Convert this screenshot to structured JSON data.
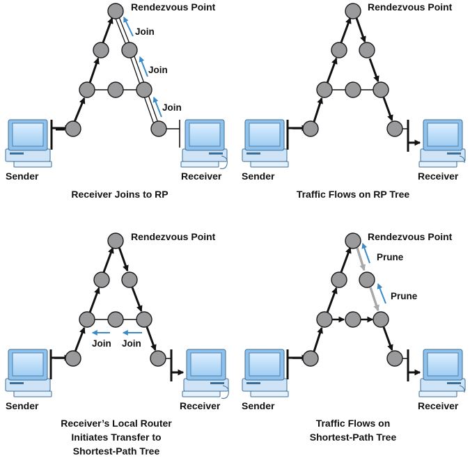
{
  "panels": [
    {
      "rp_label": "Rendezvous Point",
      "sender_label": "Sender",
      "receiver_label": "Receiver",
      "caption": [
        "Receiver Joins to RP"
      ],
      "join_labels": [
        "Join",
        "Join",
        "Join"
      ]
    },
    {
      "rp_label": "Rendezvous Point",
      "sender_label": "Sender",
      "receiver_label": "Receiver",
      "caption": [
        "Traffic Flows on RP Tree"
      ]
    },
    {
      "rp_label": "Rendezvous Point",
      "sender_label": "Sender",
      "receiver_label": "Receiver",
      "caption": [
        "Receiver’s Local Router",
        "Initiates Transfer to",
        "Shortest-Path Tree"
      ],
      "join_labels": [
        "Join",
        "Join"
      ]
    },
    {
      "rp_label": "Rendezvous Point",
      "sender_label": "Sender",
      "receiver_label": "Receiver",
      "caption": [
        "Traffic Flows on",
        "Shortest-Path Tree"
      ],
      "prune_labels": [
        "Prune",
        "Prune"
      ]
    }
  ],
  "colors": {
    "router": "#9a9a9c",
    "signal_arrow": "#3a8ac8",
    "pruned_path": "#a8a8a8",
    "computer_blue": "#8fc1ea"
  },
  "icons": [
    "router-icon",
    "sender-computer-icon",
    "receiver-computer-icon"
  ]
}
